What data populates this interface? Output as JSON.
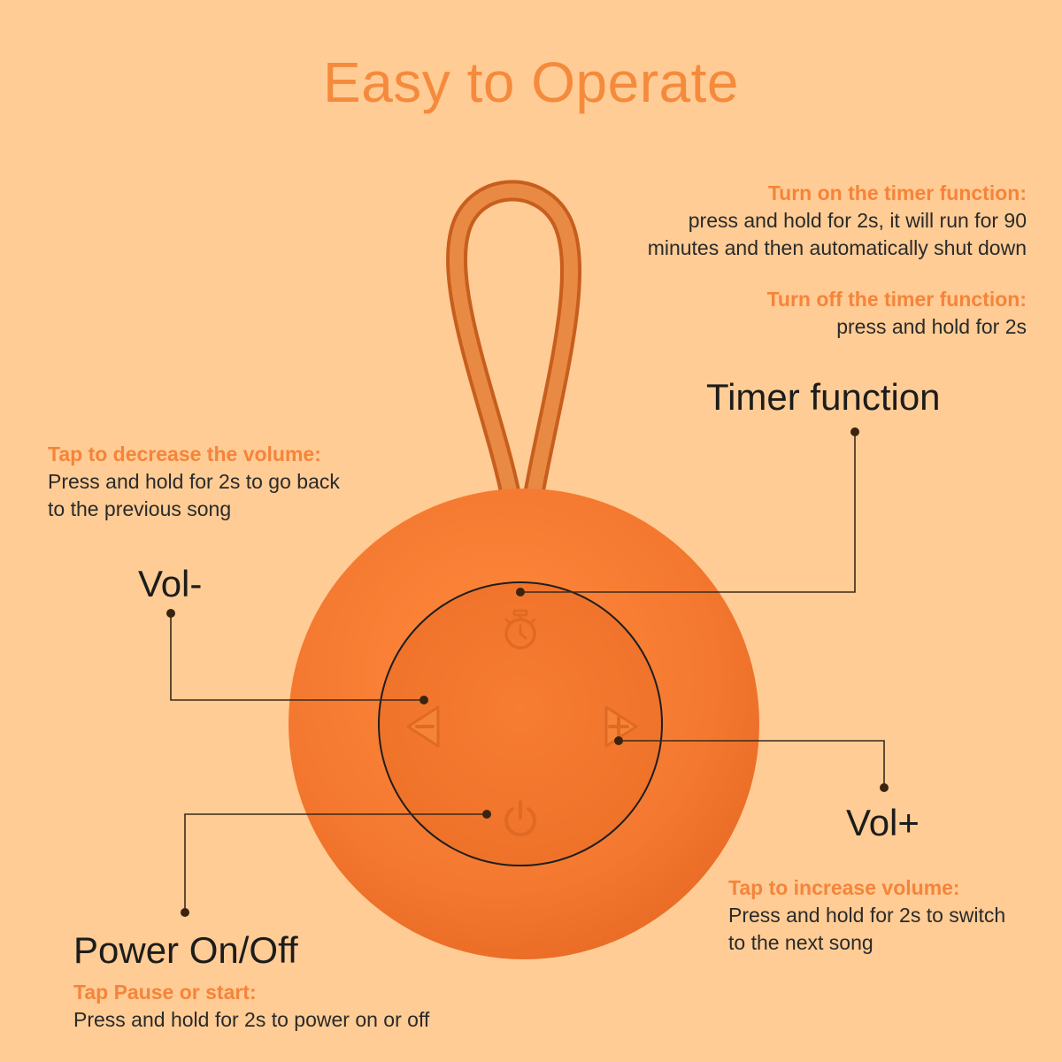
{
  "title": "Easy to Operate",
  "colors": {
    "background": "#FFCC95",
    "accent": "#F5843A",
    "speaker": "#F57C35",
    "leader_line": "#3a2a1a"
  },
  "timer_info": {
    "on_heading": "Turn on the timer function:",
    "on_line1": "press and hold for 2s, it will run for 90",
    "on_line2": "minutes and then automatically shut down",
    "off_heading": "Turn off the timer function:",
    "off_line1": "press and hold for 2s"
  },
  "vol_down_info": {
    "heading": "Tap to decrease the volume:",
    "line1": "Press and hold for 2s to go back",
    "line2": "to the previous song"
  },
  "vol_up_info": {
    "heading": "Tap to increase volume:",
    "line1": "Press and hold for 2s to switch",
    "line2": "to the next song"
  },
  "power_info": {
    "heading": "Tap Pause or start:",
    "line1": "Press and hold for 2s to power on or off"
  },
  "labels": {
    "timer": "Timer function",
    "vol_minus": "Vol-",
    "vol_plus": "Vol+",
    "power": "Power On/Off"
  },
  "icons": {
    "timer": "stopwatch-icon",
    "vol_minus": "volume-down-triangle-icon",
    "vol_plus": "volume-up-triangle-icon",
    "power": "power-icon"
  }
}
